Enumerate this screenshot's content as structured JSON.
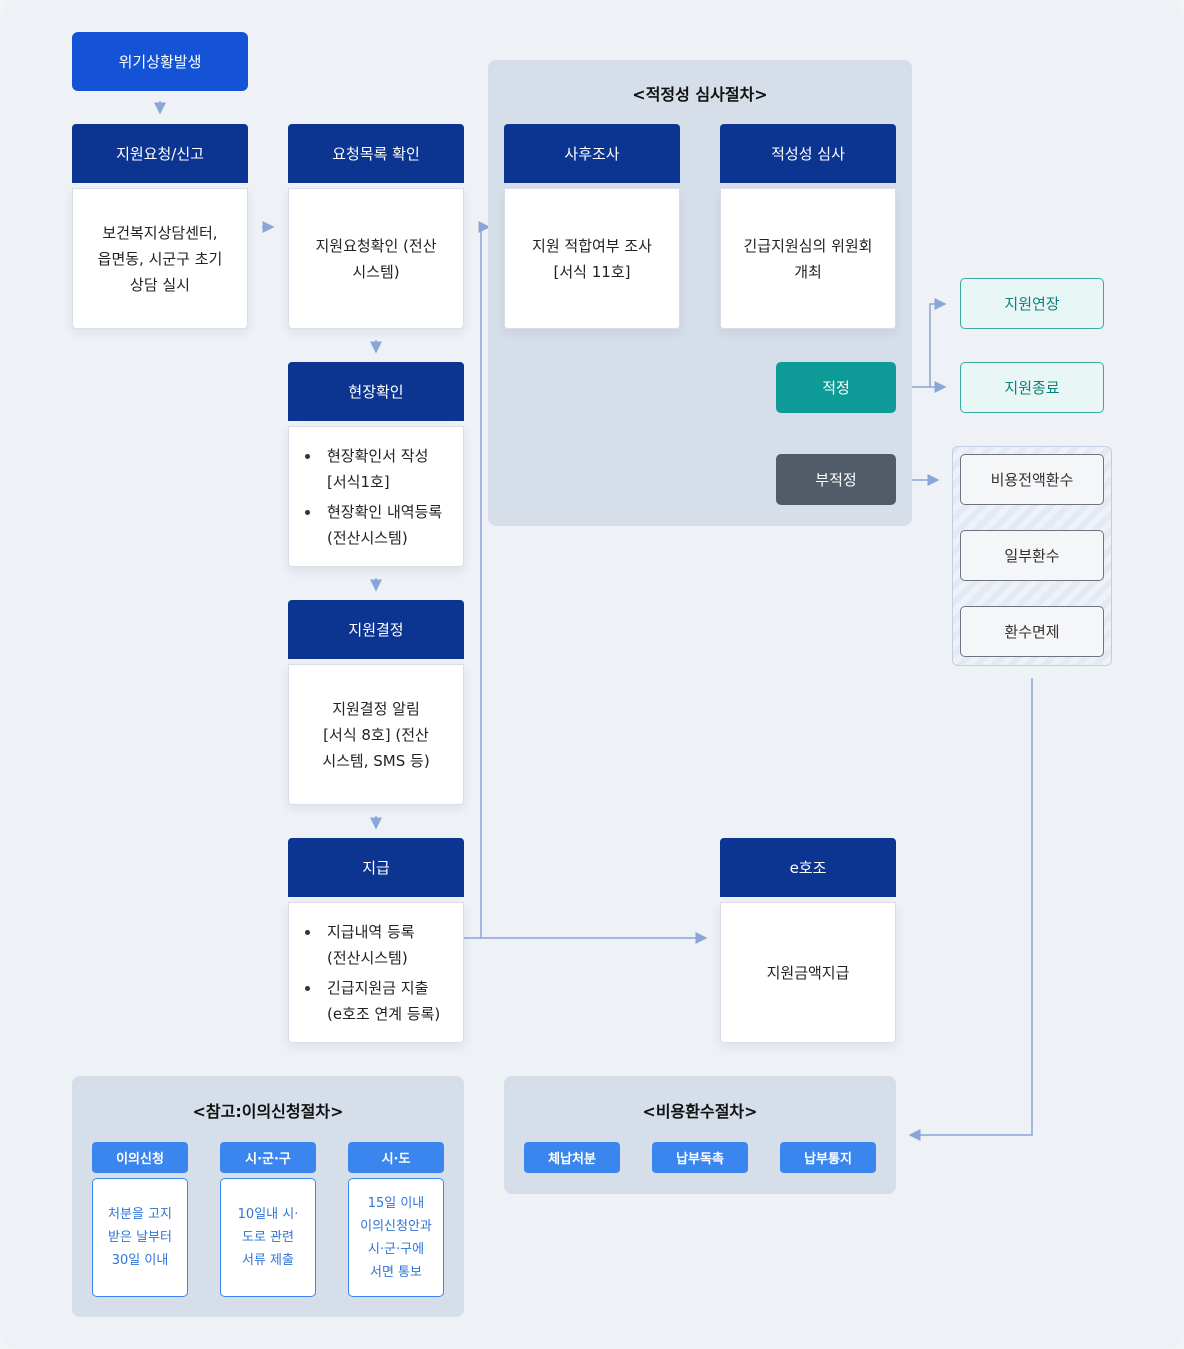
{
  "start": "위기상황발생",
  "request": {
    "header": "지원요청/신고",
    "body": [
      "보건복지상담센터,",
      "읍면동, 시군구 초기",
      "상담 실시"
    ]
  },
  "confirm": {
    "header": "요청목록 확인",
    "body": [
      "지원요청확인 (전산",
      "시스템)"
    ]
  },
  "site": {
    "header": "현장확인",
    "items": [
      [
        "현장확인서 작성",
        "[서식1호]"
      ],
      [
        "현장확인 내역등록",
        "(전산시스템)"
      ]
    ]
  },
  "decision": {
    "header": "지원결정",
    "body": [
      "지원결정 알림",
      "[서식 8호] (전산",
      "시스템, SMS 등)"
    ]
  },
  "payment": {
    "header": "지급",
    "items": [
      [
        "지급내역 등록",
        "(전산시스템)"
      ],
      [
        "긴급지원금 지출",
        "(e호조 연계 등록)"
      ]
    ]
  },
  "review_panel": {
    "title": "<적정성 심사절차>",
    "post": {
      "header": "사후조사",
      "body": [
        "지원 적합여부 조사",
        "[서식 11호]"
      ]
    },
    "review": {
      "header": "적성성 심사",
      "body": [
        "긴급지원심의 위원회",
        "개최"
      ]
    },
    "ok": "적정",
    "not_ok": "부적정"
  },
  "outcomes_ok": [
    "지원연장",
    "지원종료"
  ],
  "outcomes_no": [
    "비용전액환수",
    "일부환수",
    "환수면제"
  ],
  "ehojo": {
    "header": "e호조",
    "body": "지원금액지급"
  },
  "appeal": {
    "title": "<참고:이의신청절차>",
    "steps": [
      {
        "label": "이의신청",
        "body": [
          "처분을 고지",
          "받은 날부터",
          "30일 이내"
        ]
      },
      {
        "label": "시·군·구",
        "body": [
          "10일내 시·",
          "도로 관련",
          "서류 제출"
        ]
      },
      {
        "label": "시·도",
        "body": [
          "15일 이내",
          "이의신청안과",
          "시·군·구에",
          "서면 통보"
        ]
      }
    ]
  },
  "recovery": {
    "title": "<비용환수절차>",
    "steps": [
      "체납처분",
      "납부독촉",
      "납부통지"
    ]
  },
  "colors": {
    "header": "#0c3592",
    "start": "#1453d6",
    "ok": "#0e9a96",
    "not_ok": "#525c68",
    "chip": "#3a86ee",
    "arrow": "#8aa6d6"
  }
}
